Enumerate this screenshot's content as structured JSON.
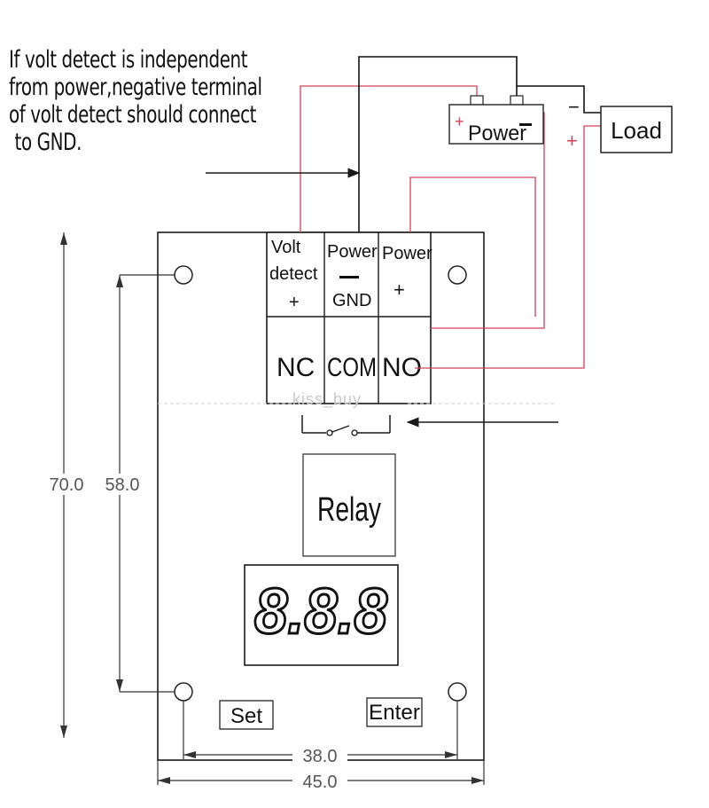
{
  "note": {
    "line1": "If volt detect is independent",
    "line2": "from power,negative terminal",
    "line3": "of volt detect should connect",
    "line4": "to GND."
  },
  "power_box": {
    "label": "Power",
    "plus": "+",
    "minus": "−"
  },
  "load_box": {
    "label": "Load",
    "minus_sign": "−",
    "plus_sign": "+"
  },
  "terminals": {
    "volt_detect": {
      "line1": "Volt",
      "line2": "detect",
      "line3": "+"
    },
    "power_gnd": {
      "line1": "Power",
      "line2": "—",
      "line3": "GND"
    },
    "power_plus": {
      "line1": "Power",
      "line2": "+"
    },
    "nc": "NC",
    "com": "COM",
    "no": "NO"
  },
  "relay_label": "Relay",
  "display_digits": "8.8.8",
  "buttons": {
    "set": "Set",
    "enter": "Enter"
  },
  "dimensions": {
    "height_outer": "70.0",
    "height_inner": "58.0",
    "width_inner": "38.0",
    "width_outer": "45.0"
  },
  "watermark": "kiss_buy",
  "colors": {
    "wire_red": "#d0435a",
    "wire_black": "#111111",
    "line": "#1a1a1a",
    "dim_line": "#333333"
  }
}
